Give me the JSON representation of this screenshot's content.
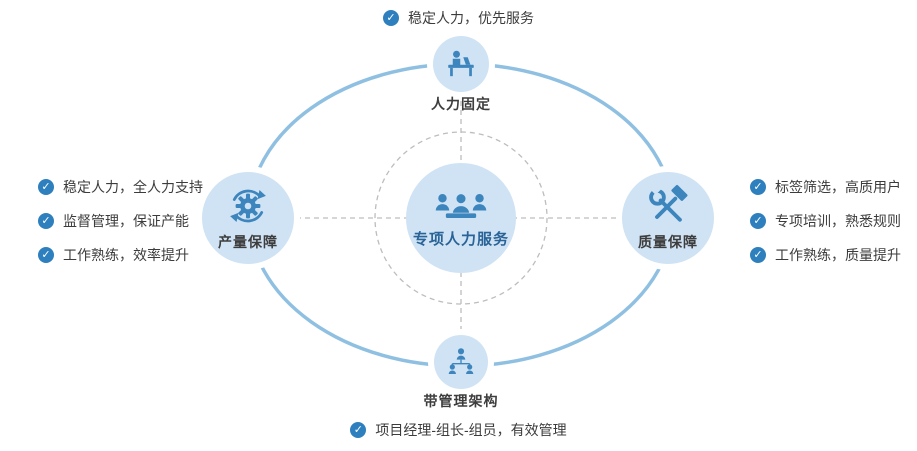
{
  "center": {
    "label": "专项人力服务"
  },
  "nodes": {
    "top": {
      "label": "人力固定"
    },
    "left": {
      "label": "产量保障"
    },
    "right": {
      "label": "质量保障"
    },
    "bottom": {
      "label": "带管理架构"
    }
  },
  "annotations": {
    "top": "稳定人力，优先服务",
    "bottom": "项目经理-组长-组员，有效管理",
    "left": [
      "稳定人力，全人力支持",
      "监督管理，保证产能",
      "工作熟练，效率提升"
    ],
    "right": [
      "标签筛选，高质用户",
      "专项培训，熟悉规则",
      "工作熟练，质量提升"
    ]
  },
  "icons": {
    "check_glyph": "✓",
    "center": "people-group-icon",
    "top": "person-desk-icon",
    "left": "gear-sync-icon",
    "right": "wrench-hammer-icon",
    "bottom": "org-hierarchy-icon"
  },
  "colors": {
    "node_fill": "#cfe3f4",
    "icon_blue": "#3d85bd",
    "ellipse_stroke": "#8fc0e2",
    "check_fill": "#2e7fbe",
    "text_dark": "#3c3c3c",
    "center_label": "#2a6397",
    "dash_gray": "#bdbdbd"
  }
}
